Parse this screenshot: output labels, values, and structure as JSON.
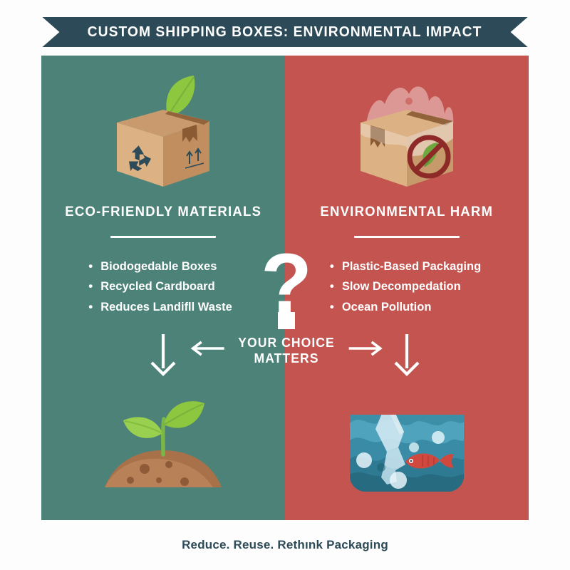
{
  "background_color": "#fdfdfd",
  "banner": {
    "title": "CUSTOM SHIPPING BOXES: ENVIRONMENTAL IMPACT",
    "ribbon_color": "#2c4a57",
    "text_color": "#ffffff"
  },
  "panel": {
    "left": {
      "heading": "ECO-FRIENDLY MATERIALS",
      "background_color": "#4d8279",
      "top_illustration": "cardboard-box-with-leaf-icon",
      "bottom_illustration": "seedling-in-soil-icon",
      "arrow": "down-arrow-icon",
      "bullets": [
        "Biodogedable Boxes",
        "Recycled Cardboard",
        "Reduces Landifll Waste"
      ]
    },
    "right": {
      "heading": "ENVIRONMENTAL HARM",
      "background_color": "#c4544f",
      "top_illustration": "plastic-wrapped-box-no-leaf-icon",
      "bottom_illustration": "ocean-plastic-pollution-icon",
      "arrow": "down-arrow-icon",
      "bullets": [
        "Plastic-Based Packaging",
        "Slow Decompedation",
        "Ocean Pollution"
      ]
    }
  },
  "center": {
    "question_mark": "?",
    "choice_line_1": "YOUR CHOICE",
    "choice_line_2": "MATTERS",
    "left_arrow": "arrow-left-icon",
    "right_arrow": "arrow-right-icon"
  },
  "footer": {
    "text": "Reduce. Reuse. Rethınk Packaging",
    "text_color": "#2c4a57"
  }
}
